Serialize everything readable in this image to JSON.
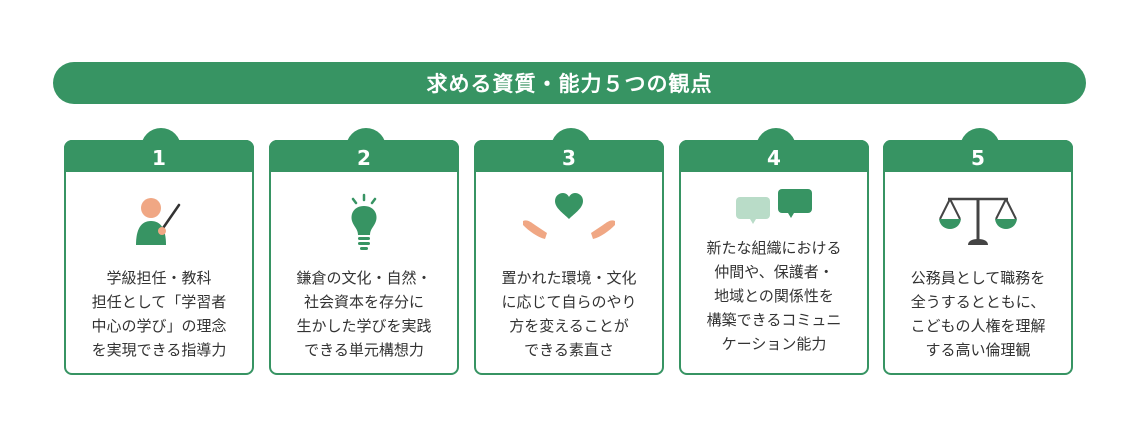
{
  "title": "求める資質・能力５つの観点",
  "colors": {
    "primary": "#379463",
    "light": "#b9dcc8",
    "skin": "#f0a784",
    "dark": "#444444"
  },
  "cards": [
    {
      "number": "1",
      "icon": "teacher-icon",
      "lines": [
        "学級担任・教科",
        "担任として「学習者",
        "中心の学び」の理念",
        "を実現できる指導力"
      ]
    },
    {
      "number": "2",
      "icon": "lightbulb-icon",
      "lines": [
        "鎌倉の文化・自然・",
        "社会資本を存分に",
        "生かした学びを実践",
        "できる単元構想力"
      ]
    },
    {
      "number": "3",
      "icon": "heart-hands-icon",
      "lines": [
        "置かれた環境・文化",
        "に応じて自らのやり",
        "方を変えることが",
        "できる素直さ"
      ]
    },
    {
      "number": "4",
      "icon": "speech-bubbles-icon",
      "lines": [
        "新たな組織における",
        "仲間や、保護者・",
        "地域との関係性を",
        "構築できるコミュニ",
        "ケーション能力"
      ]
    },
    {
      "number": "5",
      "icon": "scales-icon",
      "lines": [
        "公務員として職務を",
        "全うするとともに、",
        "こどもの人権を理解",
        "する高い倫理観"
      ]
    }
  ]
}
